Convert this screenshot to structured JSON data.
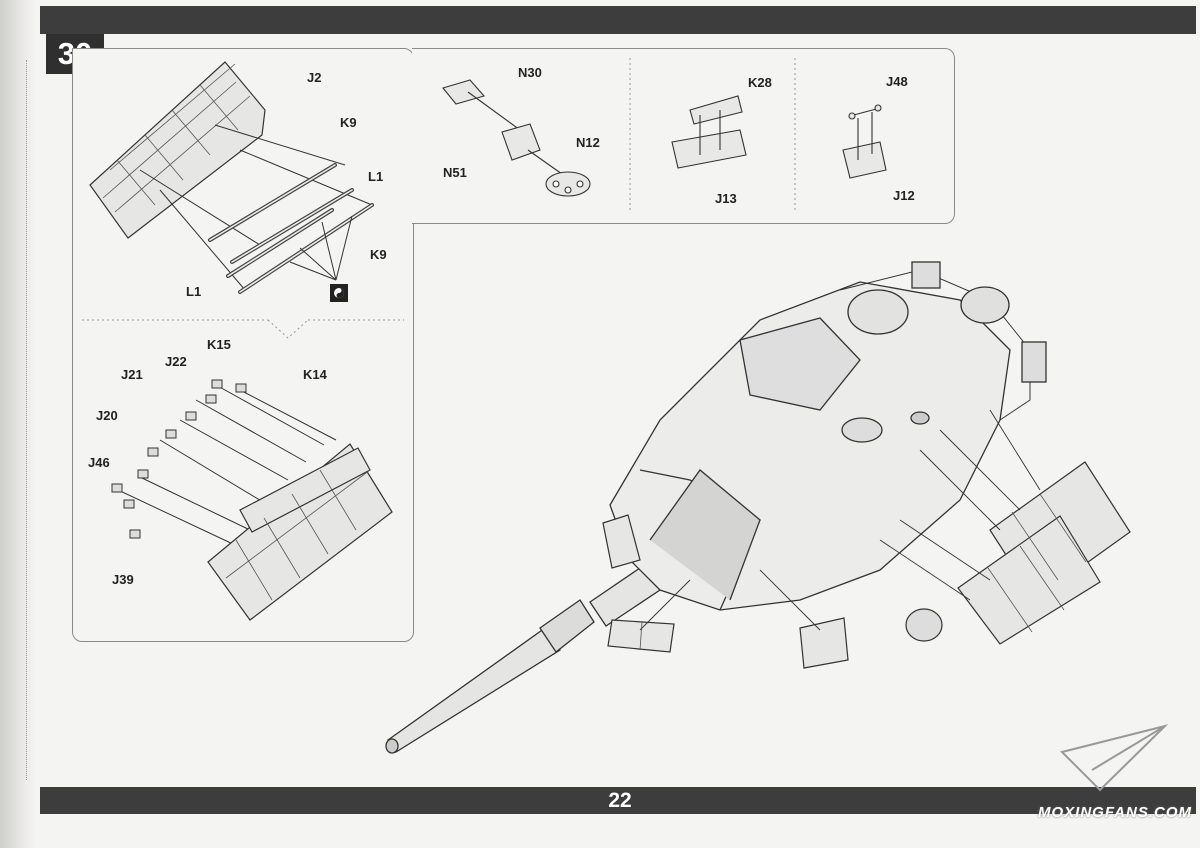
{
  "step": "30",
  "page_number": "22",
  "watermark": "MOXINGFANS.COM",
  "labels": {
    "j2": "J2",
    "k9_top": "K9",
    "l1_right": "L1",
    "k9_right": "K9",
    "l1_left": "L1",
    "n30": "N30",
    "n12": "N12",
    "n51": "N51",
    "k28": "K28",
    "j13": "J13",
    "j48": "J48",
    "j12": "J12",
    "k15": "K15",
    "j22": "J22",
    "j21": "J21",
    "k14": "K14",
    "j20": "J20",
    "j46": "J46",
    "j39": "J39"
  }
}
